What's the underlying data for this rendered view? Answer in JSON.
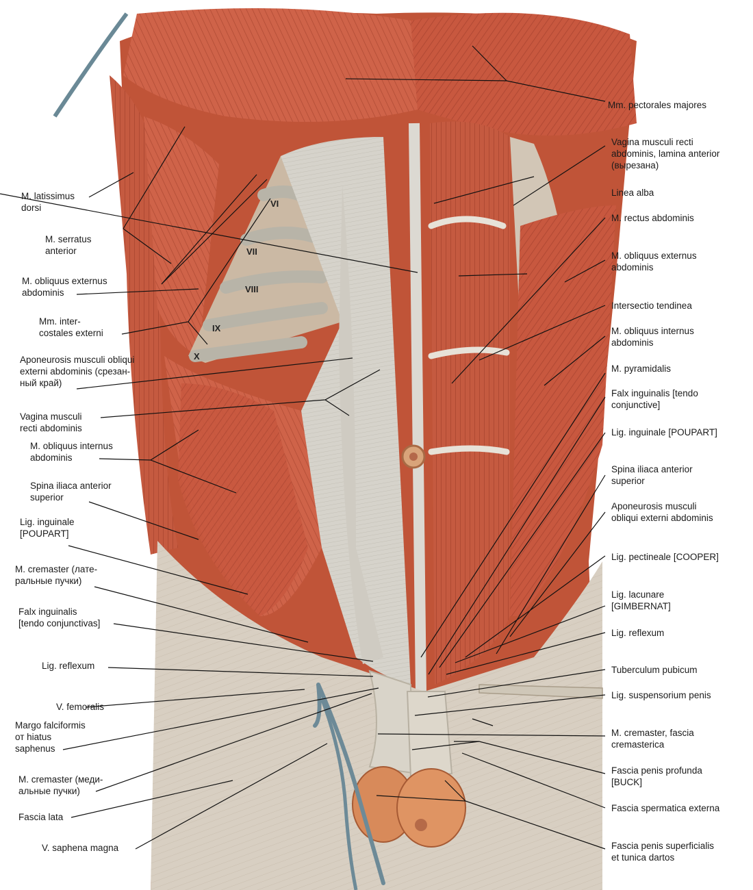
{
  "colors": {
    "muscle": "#c8583f",
    "muscle_light": "#d9785f",
    "muscle_dark": "#9e3a26",
    "fascia": "#d8d6cf",
    "fascia_dark": "#b9b6ad",
    "skin_thigh": "#d9d0c4",
    "vein": "#5f7f8f",
    "leader": "#111111"
  },
  "rib_numbers": [
    "VI",
    "VII",
    "VIII",
    "IX",
    "X"
  ],
  "left_labels": [
    {
      "id": "lat-dorsi",
      "lines": [
        "M. latissimus",
        "dorsi"
      ]
    },
    {
      "id": "serratus",
      "lines": [
        "M. serratus",
        "anterior"
      ]
    },
    {
      "id": "obl-ext-l",
      "lines": [
        "M. obliquus externus",
        "abdominis"
      ]
    },
    {
      "id": "intercost",
      "lines": [
        "Mm. inter-",
        "costales externi"
      ]
    },
    {
      "id": "apon-l",
      "lines": [
        "Aponeurosis musculi obliqui",
        "externi abdominis (срезан-",
        "ный край)"
      ]
    },
    {
      "id": "vagina-l",
      "lines": [
        "Vagina musculi",
        "recti abdominis"
      ]
    },
    {
      "id": "obl-int-l",
      "lines": [
        "M. obliquus internus",
        "abdominis"
      ]
    },
    {
      "id": "spina-l",
      "lines": [
        "Spina iliaca anterior",
        "superior"
      ]
    },
    {
      "id": "lig-ing-l",
      "lines": [
        "Lig. inguinale",
        "[POUPART]"
      ]
    },
    {
      "id": "cremaster-lat",
      "lines": [
        "M. cremaster (лате-",
        "ральные пучки)"
      ]
    },
    {
      "id": "falx-l",
      "lines": [
        "Falx inguinalis",
        "[tendo conjunctivas]"
      ]
    },
    {
      "id": "reflex-l",
      "lines": [
        "Lig. reflexum"
      ]
    },
    {
      "id": "v-fem",
      "lines": [
        "V. femoralis"
      ]
    },
    {
      "id": "margo",
      "lines": [
        "Margo falciformis",
        "от hiatus",
        "saphenus"
      ]
    },
    {
      "id": "cremaster-med",
      "lines": [
        "M. cremaster (меди-",
        "альные пучки)"
      ]
    },
    {
      "id": "fascia-lata",
      "lines": [
        "Fascia lata"
      ]
    },
    {
      "id": "v-saph",
      "lines": [
        "V. saphena magna"
      ]
    }
  ],
  "right_labels": [
    {
      "id": "pect",
      "lines": [
        "Mm. pectorales majores"
      ]
    },
    {
      "id": "vagina-r",
      "lines": [
        "Vagina musculi recti",
        "abdominis, lamina anterior",
        "(вырезана)"
      ]
    },
    {
      "id": "linea",
      "lines": [
        "Linea alba"
      ]
    },
    {
      "id": "rectus",
      "lines": [
        "M. rectus abdominis"
      ]
    },
    {
      "id": "obl-ext-r",
      "lines": [
        "M. obliquus externus",
        "abdominis"
      ]
    },
    {
      "id": "intersectio",
      "lines": [
        "Intersectio tendinea"
      ]
    },
    {
      "id": "obl-int-r",
      "lines": [
        "M. obliquus internus",
        "abdominis"
      ]
    },
    {
      "id": "pyram",
      "lines": [
        "M. pyramidalis"
      ]
    },
    {
      "id": "falx-r",
      "lines": [
        "Falx inguinalis [tendo",
        "conjunctive]"
      ]
    },
    {
      "id": "lig-ing-r",
      "lines": [
        "Lig. inguinale [POUPART]"
      ]
    },
    {
      "id": "spina-r",
      "lines": [
        "Spina iliaca anterior",
        "superior"
      ]
    },
    {
      "id": "apon-r",
      "lines": [
        "Aponeurosis musculi",
        "obliqui externi abdominis"
      ]
    },
    {
      "id": "pectineale",
      "lines": [
        "Lig. pectineale [COOPER]"
      ]
    },
    {
      "id": "lacunare",
      "lines": [
        "Lig. lacunare",
        "[GIMBERNAT]"
      ]
    },
    {
      "id": "reflex-r",
      "lines": [
        "Lig. reflexum"
      ]
    },
    {
      "id": "tuberc",
      "lines": [
        "Tuberculum pubicum"
      ]
    },
    {
      "id": "suspens",
      "lines": [
        "Lig. suspensorium penis"
      ]
    },
    {
      "id": "cremaster-r",
      "lines": [
        "M. cremaster, fascia",
        "cremasterica"
      ]
    },
    {
      "id": "buck",
      "lines": [
        "Fascia penis profunda",
        "[BUCK]"
      ]
    },
    {
      "id": "sperm-ext",
      "lines": [
        "Fascia spermatica externa"
      ]
    },
    {
      "id": "dartos",
      "lines": [
        "Fascia penis superficialis",
        "et tunica dartos"
      ]
    }
  ]
}
